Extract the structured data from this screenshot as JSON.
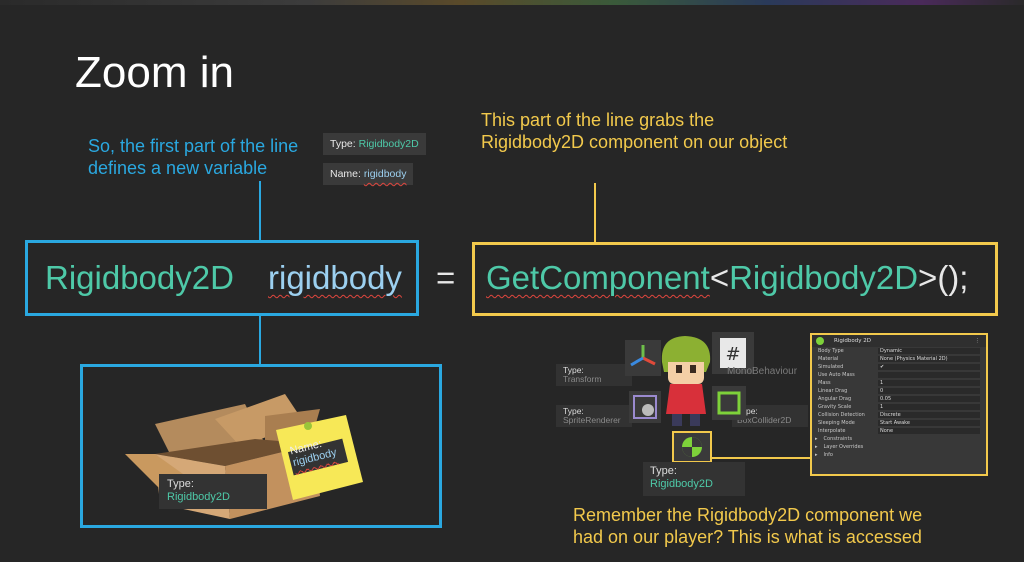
{
  "slide": {
    "title": "Zoom in"
  },
  "left_annotation": {
    "line1": "So, the first part of the line",
    "line2": "defines a new variable"
  },
  "right_annotation": {
    "line1": "This part of the line grabs the",
    "line2": "Rigidbody2D component on our object"
  },
  "tags": {
    "type_label": "Type:",
    "type_value": "Rigidbody2D",
    "name_label": "Name:",
    "name_value": "rigidbody"
  },
  "code": {
    "type": "Rigidbody2D",
    "var": "rigidbody",
    "equals": "=",
    "method": "GetComponent",
    "lt": "<",
    "generic": "Rigidbody2D",
    "tail": ">();"
  },
  "box_illustration": {
    "note_name_label": "Name:",
    "note_name_value": "rigidbody",
    "type_label": "Type:",
    "type_value": "Rigidbody2D"
  },
  "components": {
    "transform": {
      "label": "Type:",
      "value": "Transform"
    },
    "sprite_renderer": {
      "label": "Type:",
      "value": "SpriteRenderer"
    },
    "mono_behaviour": {
      "value": "MonoBehaviour"
    },
    "box_collider": {
      "label": "Type:",
      "value": "BoxCollider2D"
    },
    "rigidbody": {
      "label": "Type:",
      "value": "Rigidbody2D"
    }
  },
  "inspector": {
    "header": "Rigidbody 2D",
    "rows": [
      {
        "key": "Body Type",
        "value": "Dynamic"
      },
      {
        "key": "Material",
        "value": "None (Physics Material 2D)"
      },
      {
        "key": "Simulated",
        "value": "✔"
      },
      {
        "key": "Use Auto Mass",
        "value": ""
      },
      {
        "key": "Mass",
        "value": "1"
      },
      {
        "key": "Linear Drag",
        "value": "0"
      },
      {
        "key": "Angular Drag",
        "value": "0.05"
      },
      {
        "key": "Gravity Scale",
        "value": "1"
      },
      {
        "key": "Collision Detection",
        "value": "Discrete"
      },
      {
        "key": "Sleeping Mode",
        "value": "Start Awake"
      },
      {
        "key": "Interpolate",
        "value": "None"
      }
    ],
    "folds": [
      "Constraints",
      "Layer Overrides",
      "Info"
    ]
  },
  "bottom_annotation": {
    "line1": "Remember the Rigidbody2D component we",
    "line2": "had on our player? This is what is accessed"
  },
  "colors": {
    "background": "#262626",
    "blue_accent": "#2aa8e0",
    "yellow_accent": "#f2c94c",
    "code_teal": "#4ec9a8",
    "code_var": "#9cd0f0"
  }
}
